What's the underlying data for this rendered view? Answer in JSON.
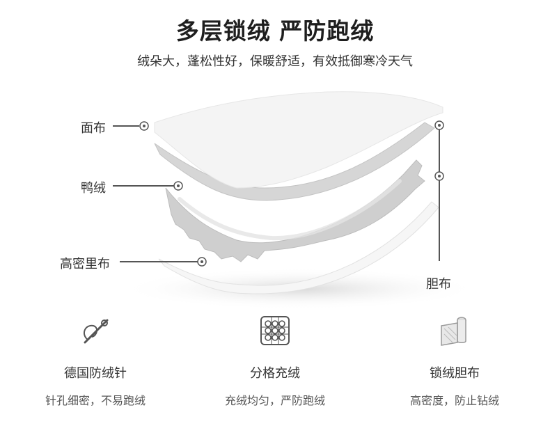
{
  "header": {
    "title": "多层锁绒 严防跑绒",
    "subtitle": "绒朵大，蓬松性好，保暖舒适，有效抵御寒冷天气"
  },
  "layers": {
    "outer_fabric": "面布",
    "down": "鸭绒",
    "inner_fabric": "高密里布",
    "liner": "胆布"
  },
  "features": [
    {
      "icon": "needle-thread-icon",
      "name": "德国防绒针",
      "desc": "针孔细密，不易跑绒"
    },
    {
      "icon": "grid-quilt-icon",
      "name": "分格充绒",
      "desc": "充绒均匀，严防跑绒"
    },
    {
      "icon": "fabric-roll-icon",
      "name": "锁绒胆布",
      "desc": "高密度，防止钻绒"
    }
  ],
  "colors": {
    "text": "#333333",
    "line": "#555555",
    "layer_light": "#f3f3f3",
    "layer_mid": "#d9d9d9"
  }
}
